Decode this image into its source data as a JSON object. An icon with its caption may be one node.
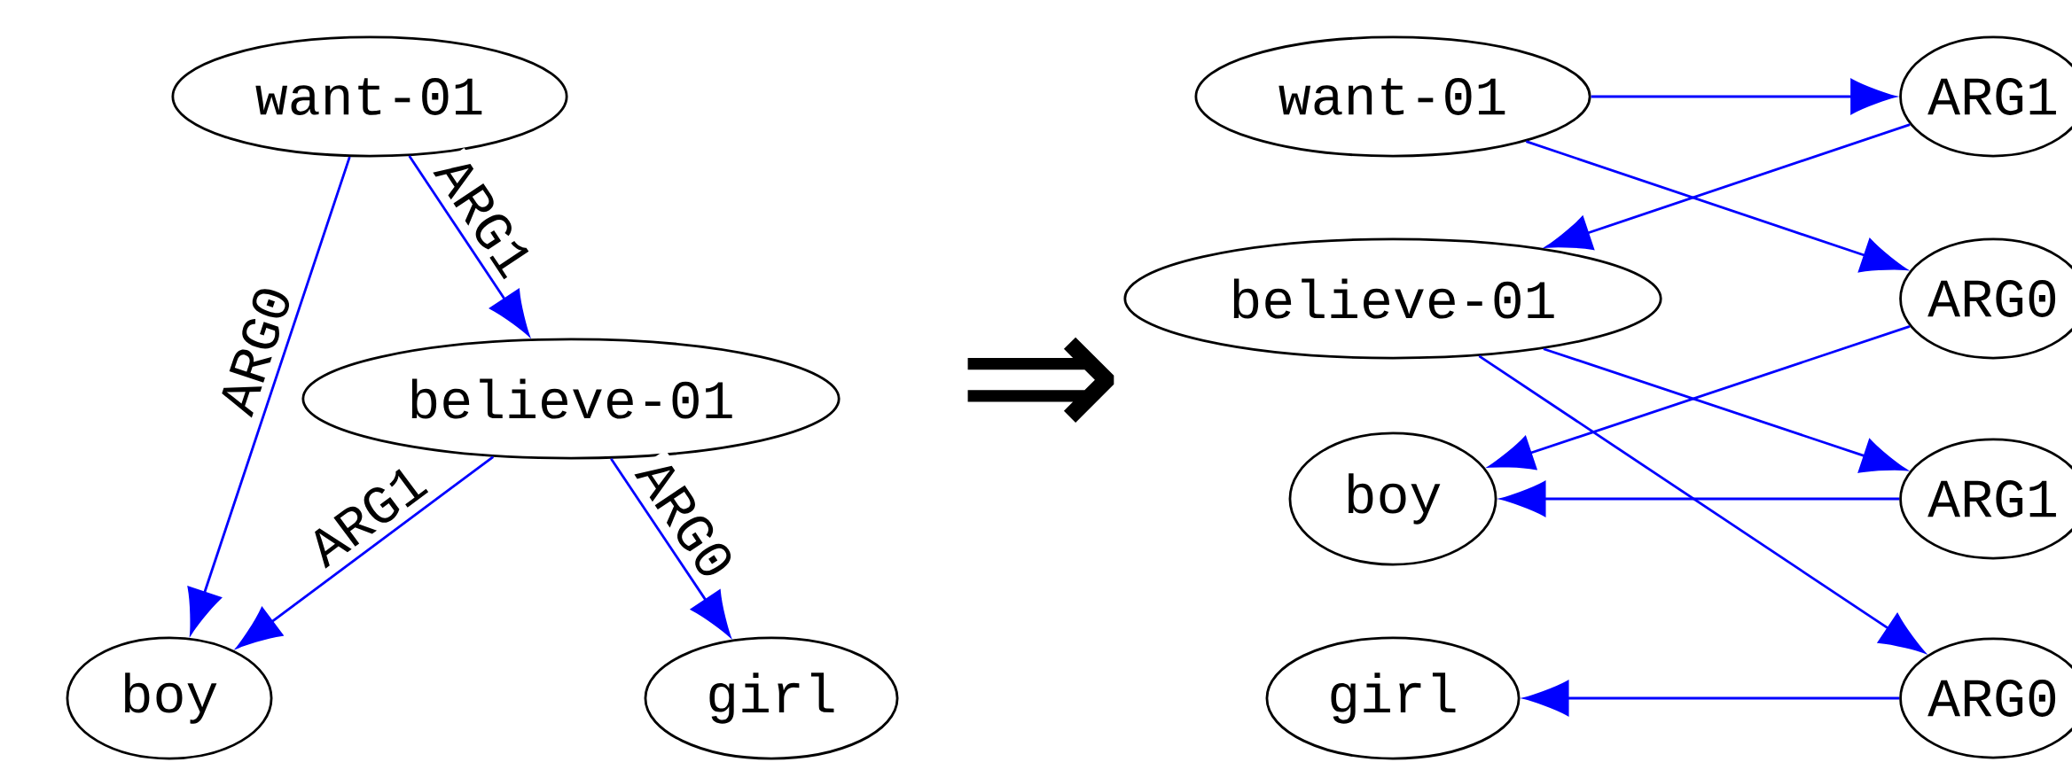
{
  "diagram": {
    "nodes": [
      {
        "text": [
          "want-01"
        ]
      },
      {
        "text": [
          "believe-01"
        ]
      },
      {
        "text": [
          "boy"
        ]
      },
      {
        "text": [
          "girl"
        ]
      },
      {
        "text": [
          "want-01"
        ]
      },
      {
        "text": [
          "ARG1"
        ]
      },
      {
        "text": [
          "believe-01"
        ]
      },
      {
        "text": [
          "ARG0"
        ]
      },
      {
        "text": [
          "boy"
        ]
      },
      {
        "text": [
          "ARG1"
        ]
      },
      {
        "text": [
          "girl"
        ]
      },
      {
        "text": [
          "ARG0"
        ]
      }
    ],
    "edges": [
      {
        "from": 0,
        "to": 2,
        "arrow": "to",
        "label": "ARG0"
      },
      {
        "from": 0,
        "to": 1,
        "arrow": "to",
        "label": "ARG1"
      },
      {
        "from": 1,
        "to": 2,
        "arrow": "to",
        "label": "ARG1"
      },
      {
        "from": 1,
        "to": 3,
        "arrow": "to",
        "label": "ARG0"
      },
      {
        "from": 4,
        "to": 5,
        "arrow": "to"
      },
      {
        "from": 5,
        "to": 6,
        "arrow": "to"
      },
      {
        "from": 4,
        "to": 7,
        "arrow": "to"
      },
      {
        "from": 7,
        "to": 8,
        "arrow": "to"
      },
      {
        "from": 6,
        "to": 9,
        "arrow": "to"
      },
      {
        "from": 9,
        "to": 8,
        "arrow": "to"
      },
      {
        "from": 6,
        "to": 11,
        "arrow": "to"
      },
      {
        "from": 11,
        "to": 10,
        "arrow": "to"
      }
    ],
    "labels": [
      "⇒"
    ]
  }
}
